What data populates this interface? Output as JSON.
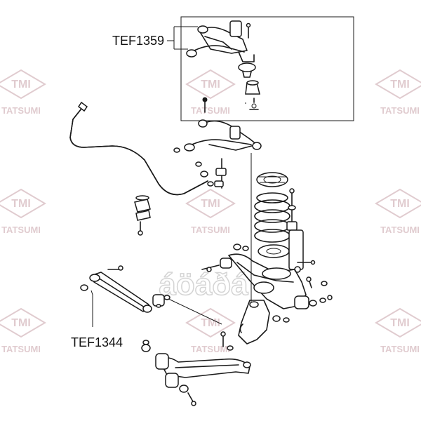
{
  "watermark": {
    "brand": "TMI",
    "name": "TATSUMI",
    "color": "#c8a2a8"
  },
  "center_watermark": {
    "text": "áöáðá",
    "color": "#d9d9d9"
  },
  "callouts": {
    "upper_arm": "TEF1359",
    "lower_link": "TEF1344"
  },
  "colors": {
    "line": "#1a1a1a",
    "background": "#ffffff"
  }
}
